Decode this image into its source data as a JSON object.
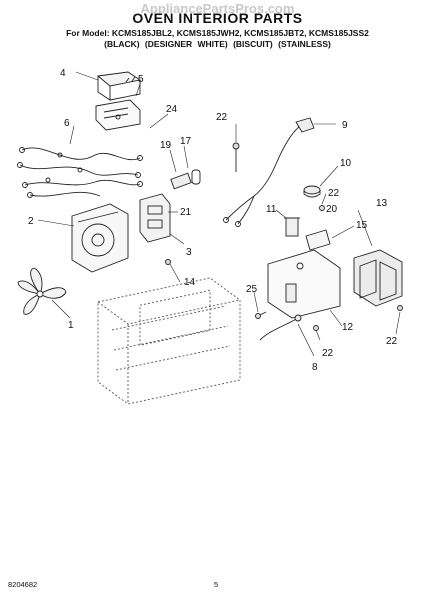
{
  "header": {
    "watermark": "AppliancePartsPros.com",
    "title": "OVEN INTERIOR PARTS",
    "models_line": "For Model: KCMS185JBL2, KCMS185JWH2, KCMS185JBT2, KCMS185JSS2",
    "variants_line": "(BLACK)   (DESIGNER WHITE)   (BISCUIT)   (STAINLESS)"
  },
  "callouts": [
    "4",
    "5",
    "24",
    "6",
    "17",
    "19",
    "22",
    "9",
    "10",
    "22",
    "11",
    "15",
    "13",
    "2",
    "21",
    "3",
    "14",
    "25",
    "1",
    "12",
    "22",
    "8",
    "22",
    "20"
  ],
  "footer": {
    "doc_number": "8204682",
    "page_number": "5"
  }
}
